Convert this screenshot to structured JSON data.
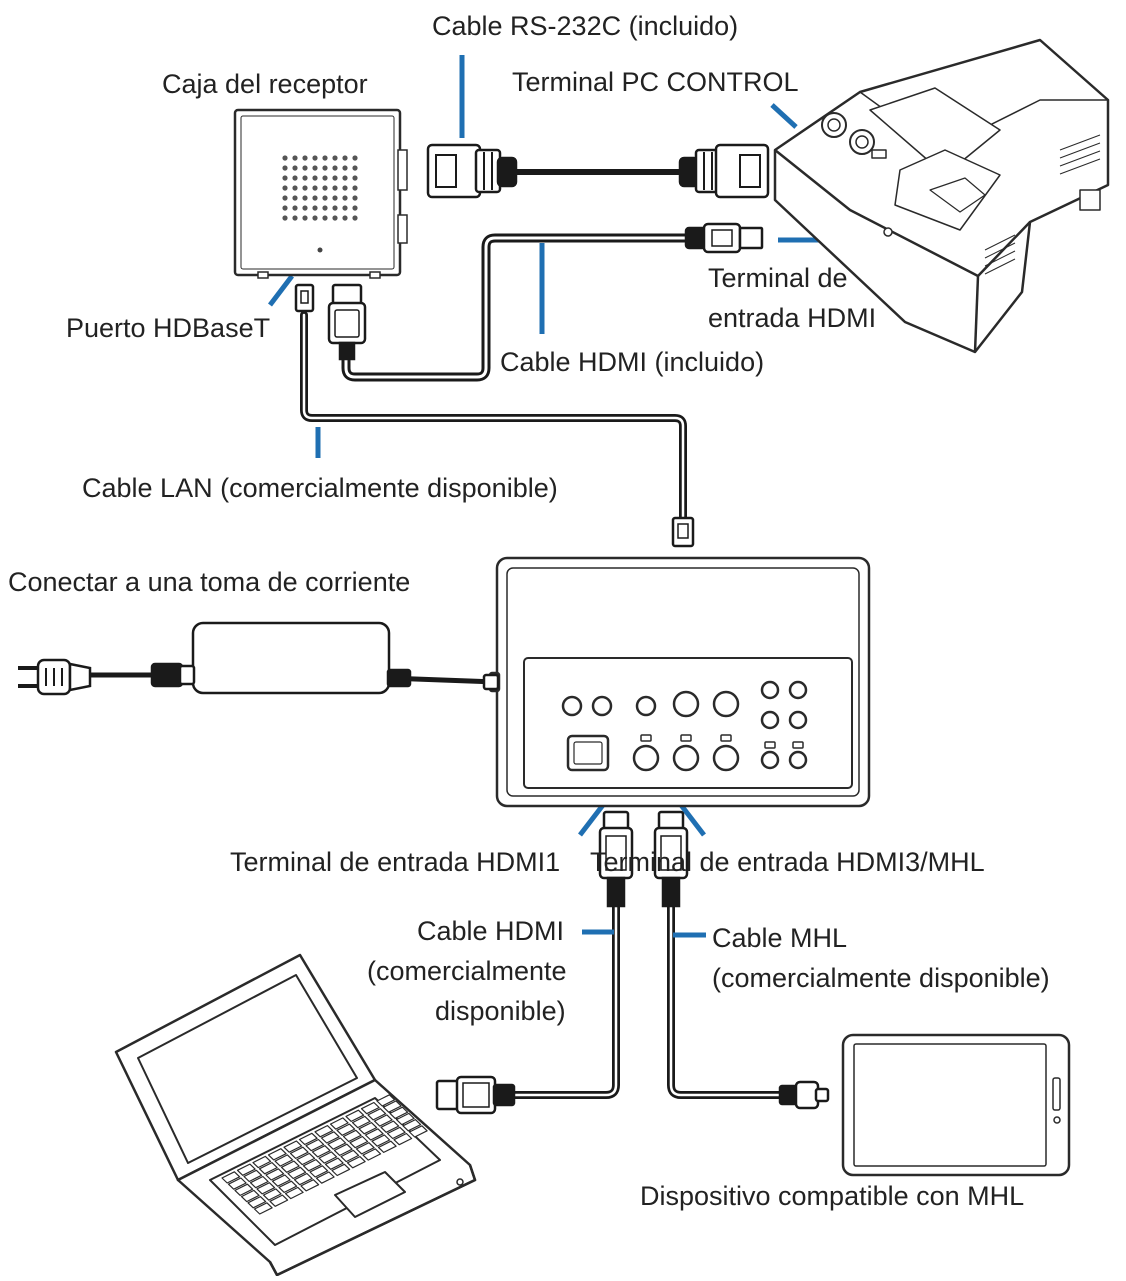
{
  "labels": {
    "rs232c_cable": "Cable RS-232C (incluido)",
    "receiver_box": "Caja del receptor",
    "pc_control_terminal": "Terminal PC CONTROL",
    "hdmi_input_terminal_line1": "Terminal de",
    "hdmi_input_terminal_line2": "entrada HDMI",
    "hdbaset_port": "Puerto HDBaseT",
    "hdmi_cable_included": "Cable HDMI (incluido)",
    "lan_cable": "Cable LAN (comercialmente disponible)",
    "power_outlet": "Conectar a una toma de corriente",
    "hdmi1_input": "Terminal de entrada HDMI1",
    "hdmi3_mhl_input": "Terminal de entrada HDMI3/MHL",
    "hdmi_cable_commercial_line1": "Cable HDMI",
    "hdmi_cable_commercial_line2": "(comercialmente",
    "hdmi_cable_commercial_line3": "disponible)",
    "mhl_cable_line1": "Cable MHL",
    "mhl_cable_line2": "(comercialmente disponible)",
    "mhl_device": "Dispositivo compatible con MHL"
  },
  "colors": {
    "leader_line": "#1f6fb2",
    "cable": "#1a1a1a",
    "outline": "#2a2a2a",
    "text": "#222222"
  }
}
